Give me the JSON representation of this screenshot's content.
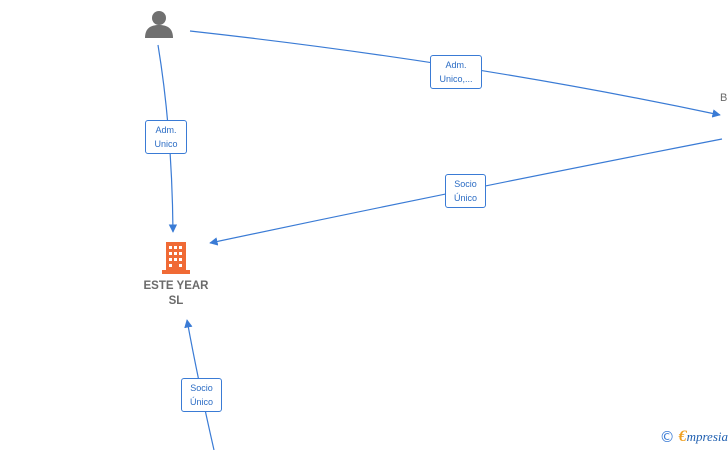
{
  "nodes": {
    "person": {
      "icon": "person-icon"
    },
    "company": {
      "icon": "building-icon",
      "name_line1": "ESTE YEAR",
      "name_line2": "SL"
    },
    "right_partial": {
      "label": "B"
    }
  },
  "edges": [
    {
      "id": "person-to-right",
      "label_line1": "Adm.",
      "label_line2": "Unico,..."
    },
    {
      "id": "person-to-company",
      "label_line1": "Adm.",
      "label_line2": "Unico"
    },
    {
      "id": "right-to-company",
      "label_line1": "Socio",
      "label_line2": "Único"
    },
    {
      "id": "bottom-to-company",
      "label_line1": "Socio",
      "label_line2": "Único"
    }
  ],
  "watermark": {
    "copyright": "©",
    "brand_initial": "€",
    "brand_rest": "mpresia"
  },
  "colors": {
    "edge": "#3a7bd5",
    "building": "#f06a35",
    "person": "#707070",
    "text": "#6b6b6b"
  }
}
